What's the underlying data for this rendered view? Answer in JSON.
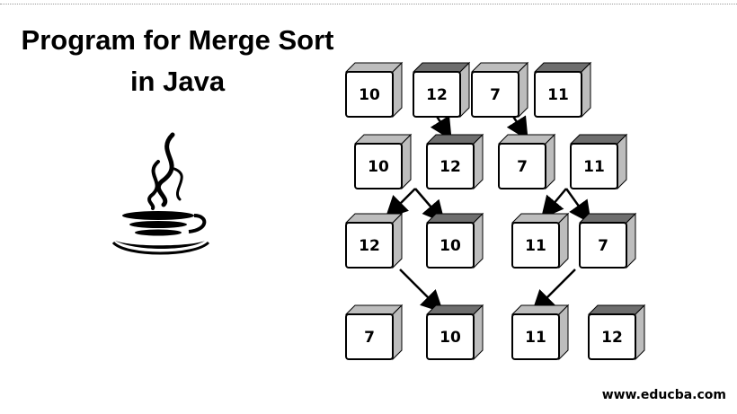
{
  "title": {
    "line1": "Program for Merge Sort",
    "line2": "in Java"
  },
  "footer": {
    "website": "www.educba.com"
  },
  "logo": {
    "icon": "java-coffee-cup-icon"
  },
  "diagram": {
    "rows": [
      {
        "step": 0,
        "values": [
          "10",
          "12",
          "7",
          "11"
        ]
      },
      {
        "step": 1,
        "values": [
          "10",
          "12",
          "7",
          "11"
        ]
      },
      {
        "step": 2,
        "values": [
          "12",
          "10",
          "11",
          "7"
        ]
      },
      {
        "step": 3,
        "values": [
          "7",
          "10",
          "11",
          "12"
        ]
      }
    ]
  },
  "colors": {
    "ink": "#000000",
    "box_face": "#ffffff",
    "box_shade": "#bdbdbd",
    "box_shade_dark": "#6e6e6e"
  }
}
